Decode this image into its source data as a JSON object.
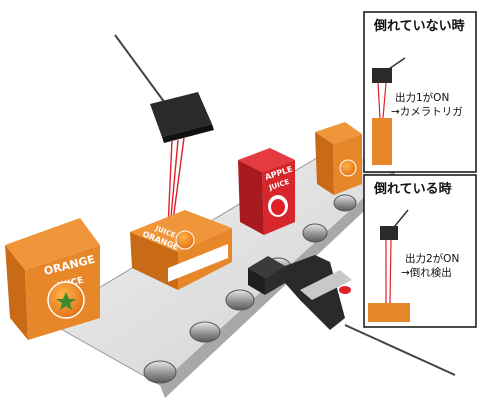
{
  "panels": {
    "not_fallen": {
      "title": "倒れていない時",
      "output_line1": "出力1がON",
      "output_line2": "→カメラトリガ"
    },
    "fallen": {
      "title": "倒れている時",
      "output_line1": "出力2がON",
      "output_line2": "→倒れ検出"
    }
  },
  "packages": {
    "orange_big": {
      "line1": "ORANGE",
      "line2": "JUICE"
    },
    "orange_fallen": {
      "line1": "ORANGE",
      "line2": "JUICE"
    },
    "apple": {
      "line1": "APPLE",
      "line2": "JUICE"
    }
  },
  "colors": {
    "orange": "#e8862a",
    "orange_dark": "#c96a17",
    "apple_red": "#d7262c",
    "laser": "#e0202a",
    "sensor": "#2a2a2a"
  }
}
